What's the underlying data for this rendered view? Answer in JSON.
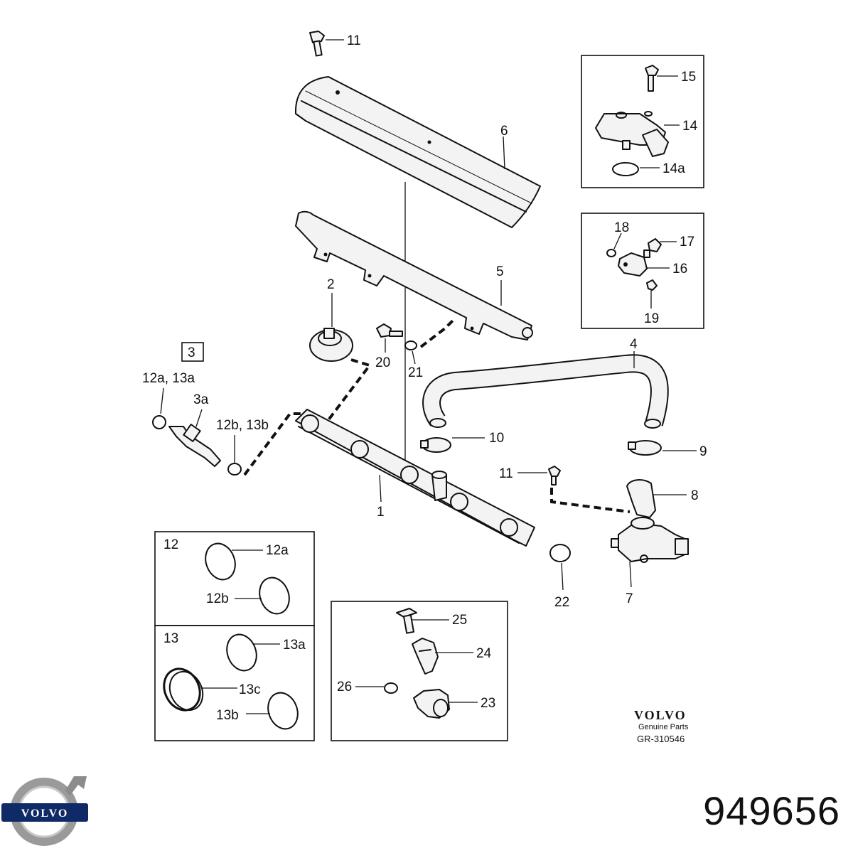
{
  "diagram": {
    "labels": {
      "l1": "1",
      "l2": "2",
      "l3": "3",
      "l3a": "3a",
      "l4": "4",
      "l5": "5",
      "l6": "6",
      "l7": "7",
      "l8": "8",
      "l9": "9",
      "l10": "10",
      "l11_top": "11",
      "l11_mid": "11",
      "l12a13a": "12a, 13a",
      "l12b13b": "12b, 13b",
      "l14": "14",
      "l14a": "14a",
      "l15": "15",
      "l16": "16",
      "l17": "17",
      "l18": "18",
      "l19": "19",
      "l20": "20",
      "l21": "21",
      "l22": "22",
      "l23": "23",
      "l24": "24",
      "l25": "25",
      "l26": "26"
    },
    "inset12": {
      "title": "12",
      "a": "12a",
      "b": "12b"
    },
    "inset13": {
      "title": "13",
      "a": "13a",
      "c": "13c",
      "b": "13b"
    },
    "brand": {
      "wordmark": "VOLVO",
      "subtitle": "Genuine Parts",
      "ref": "GR-310546"
    }
  },
  "logo": {
    "text": "VOLVO"
  },
  "part_number": "949656"
}
